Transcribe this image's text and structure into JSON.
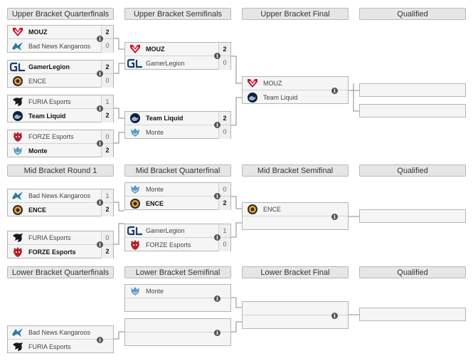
{
  "headers": {
    "ub_qf": "Upper Bracket Quarterfinals",
    "ub_sf": "Upper Bracket Semifinals",
    "ub_f": "Upper Bracket Final",
    "ub_q": "Qualified",
    "mb_r1": "Mid Bracket Round 1",
    "mb_qf": "Mid Bracket Quarterfinal",
    "mb_sf": "Mid Bracket Semifinal",
    "mb_q": "Qualified",
    "lb_qf": "Lower Bracket Quarterfinals",
    "lb_sf": "Lower Bracket Semifinal",
    "lb_f": "Lower Bracket Final",
    "lb_q": "Qualified"
  },
  "matches": {
    "ubqf1": {
      "t1": "MOUZ",
      "s1": "2",
      "t2": "Bad News Kangaroos",
      "s2": "0"
    },
    "ubqf2": {
      "t1": "GamerLegion",
      "s1": "2",
      "t2": "ENCE",
      "s2": "0"
    },
    "ubqf3": {
      "t1": "FURIA Esports",
      "s1": "1",
      "t2": "Team Liquid",
      "s2": "2"
    },
    "ubqf4": {
      "t1": "FORZE Esports",
      "s1": "0",
      "t2": "Monte",
      "s2": "2"
    },
    "ubsf1": {
      "t1": "MOUZ",
      "s1": "2",
      "t2": "GamerLegion",
      "s2": "0"
    },
    "ubsf2": {
      "t1": "Team Liquid",
      "s1": "2",
      "t2": "Monte",
      "s2": "0"
    },
    "ubf": {
      "t1": "MOUZ",
      "t2": "Team Liquid"
    },
    "mbr1a": {
      "t1": "Bad News Kangaroos",
      "s1": "1",
      "t2": "ENCE",
      "s2": "2"
    },
    "mbr1b": {
      "t1": "FURIA Esports",
      "s1": "0",
      "t2": "FORZE Esports",
      "s2": "2"
    },
    "mbqf1": {
      "t1": "Monte",
      "s1": "0",
      "t2": "ENCE",
      "s2": "2"
    },
    "mbqf2": {
      "t1": "GamerLegion",
      "s1": "1",
      "t2": "FORZE Esports",
      "s2": "0"
    },
    "mbsf": {
      "t1": "ENCE"
    },
    "lbsf1": {
      "t1": "Monte"
    },
    "lbqf2": {
      "t1": "Bad News Kangaroos",
      "t2": "FURIA Esports"
    }
  },
  "info_glyph": "i",
  "colors": {
    "mouz": "#d0112b",
    "liquid": "#0c223f",
    "forze": "#b5222a",
    "ence": "#f0a030",
    "gl": "#1a3d6b",
    "kangaroos": "#2c7da0",
    "monte": "#5a9bbf",
    "furia": "#1a1a1a"
  }
}
